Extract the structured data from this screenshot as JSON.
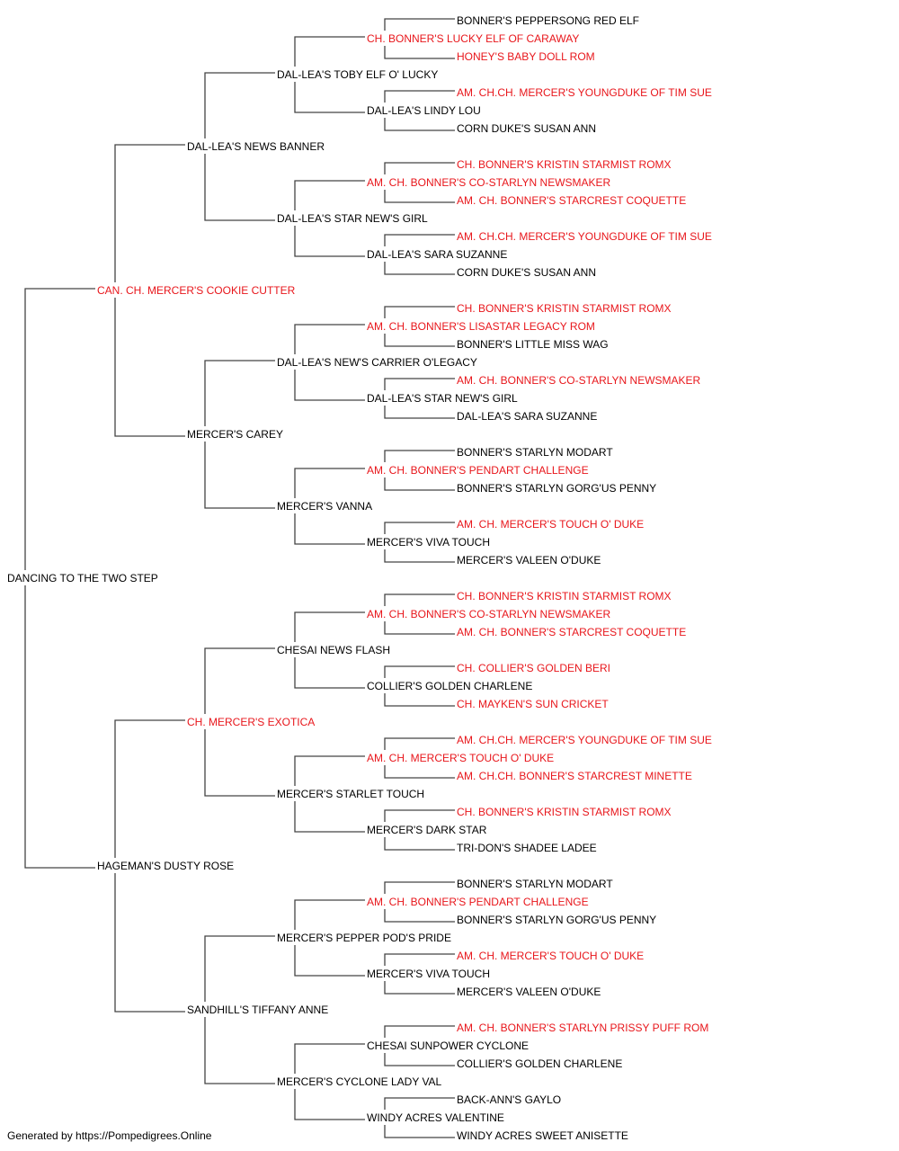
{
  "pedigree": {
    "colors": {
      "champion": "#e8161b",
      "regular": "#000000",
      "connector": "#444444"
    },
    "subject": {
      "name": "DANCING TO THE TWO STEP",
      "champion": false
    },
    "generation_1": [
      {
        "name": "CAN. CH. MERCER'S COOKIE CUTTER",
        "champion": true
      },
      {
        "name": "HAGEMAN'S DUSTY ROSE",
        "champion": false
      }
    ],
    "generation_2": [
      {
        "name": "DAL-LEA'S NEWS BANNER",
        "champion": false
      },
      {
        "name": "MERCER'S CAREY",
        "champion": false
      },
      {
        "name": "CH. MERCER'S EXOTICA",
        "champion": true
      },
      {
        "name": "SANDHILL'S TIFFANY ANNE",
        "champion": false
      }
    ],
    "generation_3": [
      {
        "name": "DAL-LEA'S TOBY ELF O' LUCKY",
        "champion": false
      },
      {
        "name": "DAL-LEA'S STAR NEW'S GIRL",
        "champion": false
      },
      {
        "name": "DAL-LEA'S NEW'S CARRIER O'LEGACY",
        "champion": false
      },
      {
        "name": "MERCER'S VANNA",
        "champion": false
      },
      {
        "name": "CHESAI NEWS FLASH",
        "champion": false
      },
      {
        "name": "MERCER'S STARLET TOUCH",
        "champion": false
      },
      {
        "name": "MERCER'S PEPPER POD'S PRIDE",
        "champion": false
      },
      {
        "name": "MERCER'S CYCLONE LADY VAL",
        "champion": false
      }
    ],
    "generation_4": [
      {
        "name": "CH. BONNER'S LUCKY ELF OF CARAWAY",
        "champion": true
      },
      {
        "name": "DAL-LEA'S LINDY LOU",
        "champion": false
      },
      {
        "name": "AM. CH. BONNER'S CO-STARLYN NEWSMAKER",
        "champion": true
      },
      {
        "name": "DAL-LEA'S SARA SUZANNE",
        "champion": false
      },
      {
        "name": "AM. CH. BONNER'S LISASTAR LEGACY ROM",
        "champion": true
      },
      {
        "name": "DAL-LEA'S STAR NEW'S GIRL",
        "champion": false
      },
      {
        "name": "AM. CH. BONNER'S PENDART CHALLENGE",
        "champion": true
      },
      {
        "name": "MERCER'S VIVA TOUCH",
        "champion": false
      },
      {
        "name": "AM. CH. BONNER'S CO-STARLYN NEWSMAKER",
        "champion": true
      },
      {
        "name": "COLLIER'S GOLDEN CHARLENE",
        "champion": false
      },
      {
        "name": "AM. CH. MERCER'S TOUCH O' DUKE",
        "champion": true
      },
      {
        "name": "MERCER'S DARK STAR",
        "champion": false
      },
      {
        "name": "AM. CH. BONNER'S PENDART CHALLENGE",
        "champion": true
      },
      {
        "name": "MERCER'S VIVA TOUCH",
        "champion": false
      },
      {
        "name": "CHESAI SUNPOWER CYCLONE",
        "champion": false
      },
      {
        "name": "WINDY ACRES VALENTINE",
        "champion": false
      }
    ],
    "generation_5": [
      {
        "name": "BONNER'S PEPPERSONG RED ELF",
        "champion": false
      },
      {
        "name": "HONEY'S BABY DOLL ROM",
        "champion": true
      },
      {
        "name": "AM. CH.CH. MERCER'S YOUNGDUKE OF TIM SUE",
        "champion": true
      },
      {
        "name": "CORN DUKE'S SUSAN ANN",
        "champion": false
      },
      {
        "name": "CH. BONNER'S KRISTIN STARMIST ROMX",
        "champion": true
      },
      {
        "name": "AM. CH. BONNER'S STARCREST COQUETTE",
        "champion": true
      },
      {
        "name": "AM. CH.CH. MERCER'S YOUNGDUKE OF TIM SUE",
        "champion": true
      },
      {
        "name": "CORN DUKE'S SUSAN ANN",
        "champion": false
      },
      {
        "name": "CH. BONNER'S KRISTIN STARMIST ROMX",
        "champion": true
      },
      {
        "name": "BONNER'S LITTLE MISS WAG",
        "champion": false
      },
      {
        "name": "AM. CH. BONNER'S CO-STARLYN NEWSMAKER",
        "champion": true
      },
      {
        "name": "DAL-LEA'S SARA SUZANNE",
        "champion": false
      },
      {
        "name": "BONNER'S STARLYN MODART",
        "champion": false
      },
      {
        "name": "BONNER'S STARLYN GORG'US PENNY",
        "champion": false
      },
      {
        "name": "AM. CH. MERCER'S TOUCH O' DUKE",
        "champion": true
      },
      {
        "name": "MERCER'S VALEEN O'DUKE",
        "champion": false
      },
      {
        "name": "CH. BONNER'S KRISTIN STARMIST ROMX",
        "champion": true
      },
      {
        "name": "AM. CH. BONNER'S STARCREST COQUETTE",
        "champion": true
      },
      {
        "name": "CH. COLLIER'S GOLDEN BERI",
        "champion": true
      },
      {
        "name": "CH. MAYKEN'S SUN CRICKET",
        "champion": true
      },
      {
        "name": "AM. CH.CH. MERCER'S YOUNGDUKE OF TIM SUE",
        "champion": true
      },
      {
        "name": "AM. CH.CH. BONNER'S STARCREST MINETTE",
        "champion": true
      },
      {
        "name": "CH. BONNER'S KRISTIN STARMIST ROMX",
        "champion": true
      },
      {
        "name": "TRI-DON'S SHADEE LADEE",
        "champion": false
      },
      {
        "name": "BONNER'S STARLYN MODART",
        "champion": false
      },
      {
        "name": "BONNER'S STARLYN GORG'US PENNY",
        "champion": false
      },
      {
        "name": "AM. CH. MERCER'S TOUCH O' DUKE",
        "champion": true
      },
      {
        "name": "MERCER'S VALEEN O'DUKE",
        "champion": false
      },
      {
        "name": "AM. CH. BONNER'S STARLYN PRISSY PUFF ROM",
        "champion": true
      },
      {
        "name": "COLLIER'S GOLDEN CHARLENE",
        "champion": false
      },
      {
        "name": "BACK-ANN'S GAYLO",
        "champion": false
      },
      {
        "name": "WINDY ACRES SWEET ANISETTE",
        "champion": false
      }
    ]
  },
  "footer": {
    "text": "Generated by https://Pompedigrees.Online"
  }
}
